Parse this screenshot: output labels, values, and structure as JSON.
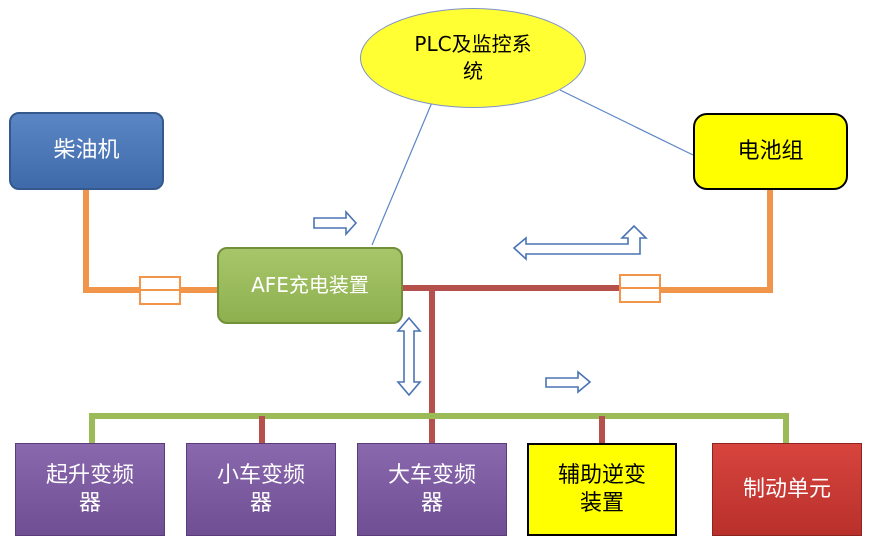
{
  "nodes": {
    "plc": {
      "label": "PLC及监控系\n统",
      "color": "#ffff33"
    },
    "diesel": {
      "label": "柴油机",
      "color": "#4f7ab8"
    },
    "battery": {
      "label": "电池组",
      "color": "#ffff00"
    },
    "afe": {
      "label": "AFE充电装置",
      "color": "#9bbb59"
    },
    "hoist_inverter": {
      "label": "起升变频\n器",
      "color": "#7f5fa4"
    },
    "trolley_inverter": {
      "label": "小车变频\n器",
      "color": "#7f5fa4"
    },
    "gantry_inverter": {
      "label": "大车变频\n器",
      "color": "#7f5fa4"
    },
    "aux_inverter": {
      "label": "辅助逆变\n装置",
      "color": "#ffff00"
    },
    "brake_unit": {
      "label": "制动单元",
      "color": "#c0392b"
    }
  },
  "colors": {
    "orange_line": "#f0954a",
    "red_bus": "#b5504c",
    "green_bus": "#9bbb59",
    "control_line": "#5b86c5",
    "arrow_stroke": "#4a74b4"
  },
  "connections": [
    {
      "from": "diesel",
      "to": "afe",
      "type": "power",
      "breaker": true
    },
    {
      "from": "afe",
      "to": "battery",
      "type": "dc-bus",
      "breaker": true
    },
    {
      "from": "afe",
      "to": "inverters",
      "type": "dc-bus"
    },
    {
      "from": "plc",
      "to": "afe",
      "type": "control"
    },
    {
      "from": "plc",
      "to": "battery",
      "type": "control"
    }
  ],
  "arrows": [
    {
      "id": "arrow-afe-right",
      "direction": "right"
    },
    {
      "id": "arrow-battery-bidirectional",
      "direction": "left-up"
    },
    {
      "id": "arrow-afe-vertical",
      "direction": "up-down"
    },
    {
      "id": "arrow-bus-right",
      "direction": "right"
    }
  ]
}
